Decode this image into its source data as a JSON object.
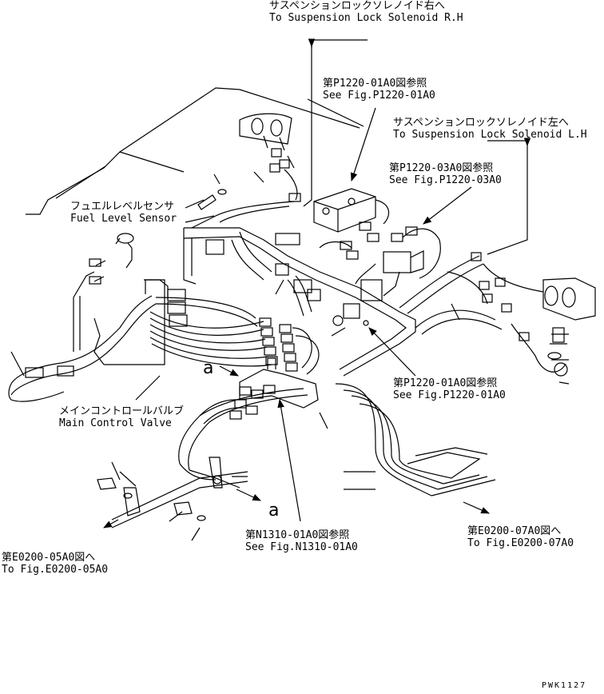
{
  "labels": {
    "susp_rh_jp": "サスペンションロックソレノイド右へ",
    "susp_rh_en": "To Suspension Lock Solenoid R.H",
    "p1220_top_jp": "第P1220-01A0図参照",
    "p1220_top_en": "See Fig.P1220-01A0",
    "susp_lh_jp": "サスペンションロックソレノイド左へ",
    "susp_lh_en": "To Suspension Lock Solenoid L.H",
    "p1220_03_jp": "第P1220-03A0図参照",
    "p1220_03_en": "See Fig.P1220-03A0",
    "fuel_jp": "フュエルレベルセンサ",
    "fuel_en": "Fuel Level Sensor",
    "p1220_mid_jp": "第P1220-01A0図参照",
    "p1220_mid_en": "See Fig.P1220-01A0",
    "mcv_jp": "メインコントロールバルブ",
    "mcv_en": "Main Control Valve",
    "n1310_jp": "第N1310-01A0図参照",
    "n1310_en": "See Fig.N1310-01A0",
    "e0200_07_jp": "第E0200-07A0図へ",
    "e0200_07_en": "To Fig.E0200-07A0",
    "e0200_05_jp": "第E0200-05A0図へ",
    "e0200_05_en": "To Fig.E0200-05A0",
    "detail_a1": "a",
    "detail_a2": "a",
    "drawing_id": "PWK1127"
  }
}
